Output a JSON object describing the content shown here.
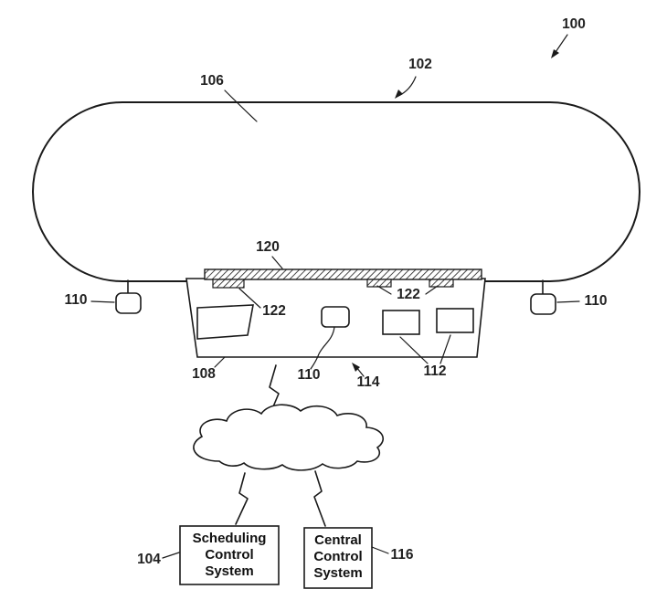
{
  "figure": {
    "type": "patent-diagram",
    "subject": "airship with scheduling and central control systems",
    "labels": {
      "r100": "100",
      "r102": "102",
      "r106": "106",
      "r120": "120",
      "r122a": "122",
      "r122b": "122",
      "r110_left": "110",
      "r110_right": "110",
      "r110_center": "110",
      "r108": "108",
      "r114": "114",
      "r112": "112",
      "r104": "104",
      "r116": "116"
    },
    "boxes": {
      "scheduling": {
        "lines": [
          "Scheduling",
          "Control",
          "System"
        ]
      },
      "central": {
        "lines": [
          "Central",
          "Control",
          "System"
        ]
      }
    },
    "colors": {
      "ink": "#1a1a1a",
      "background": "#ffffff"
    }
  }
}
